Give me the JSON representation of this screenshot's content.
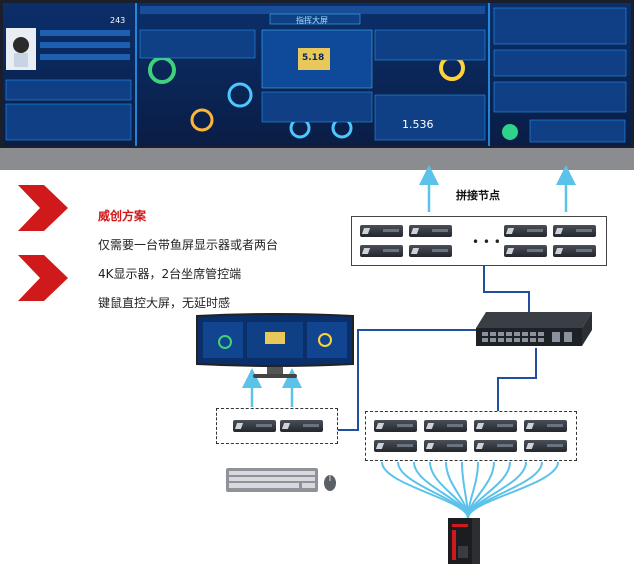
{
  "diagram": {
    "wall_label": "拼接节点",
    "solution_title": "威创方案",
    "lines": [
      "仅需要一台带鱼屏显示器或者两台",
      "4K显示器，2台坐席管控端",
      "键鼠直控大屏，无延时感"
    ],
    "ellipsis": "• • •",
    "wall_panel": {
      "header_title": "指挥大屏",
      "left_stat": "243",
      "center_value": "5.18",
      "right_value": "1.536"
    }
  },
  "colors": {
    "accent_red": "#d0191a",
    "line_blue": "#1f4f9e",
    "arrow_cyan": "#5bc2ea",
    "wall_blue": "#0a3a7a"
  }
}
